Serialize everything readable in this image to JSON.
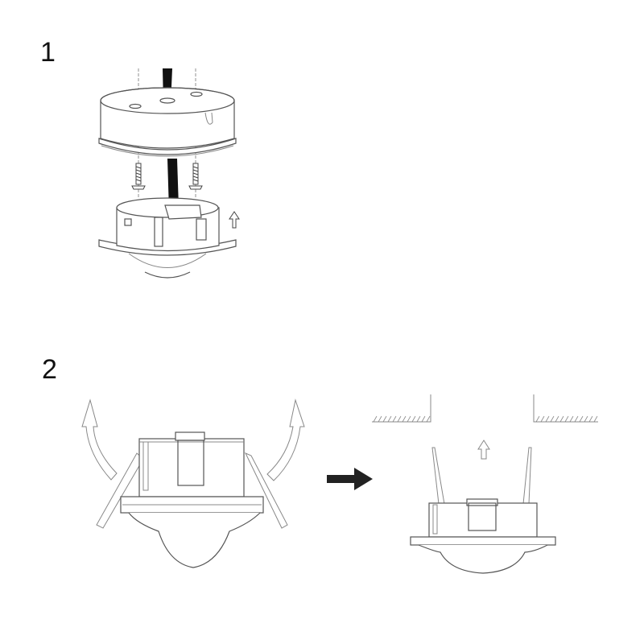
{
  "steps": [
    {
      "number": "1",
      "description_icons": [
        "mounting-base",
        "cable",
        "screw",
        "screw",
        "sensor-body",
        "up-arrow"
      ]
    },
    {
      "number": "2",
      "description_icons": [
        "spring-clip-arrow-left",
        "spring-clip-arrow-right",
        "sensor-body",
        "right-arrow",
        "ceiling-cutout",
        "up-arrow",
        "sensor-body-clips-raised"
      ]
    }
  ],
  "colors": {
    "line": "#555555",
    "cable": "#111111",
    "arrow": "#222222",
    "background": "#ffffff"
  }
}
